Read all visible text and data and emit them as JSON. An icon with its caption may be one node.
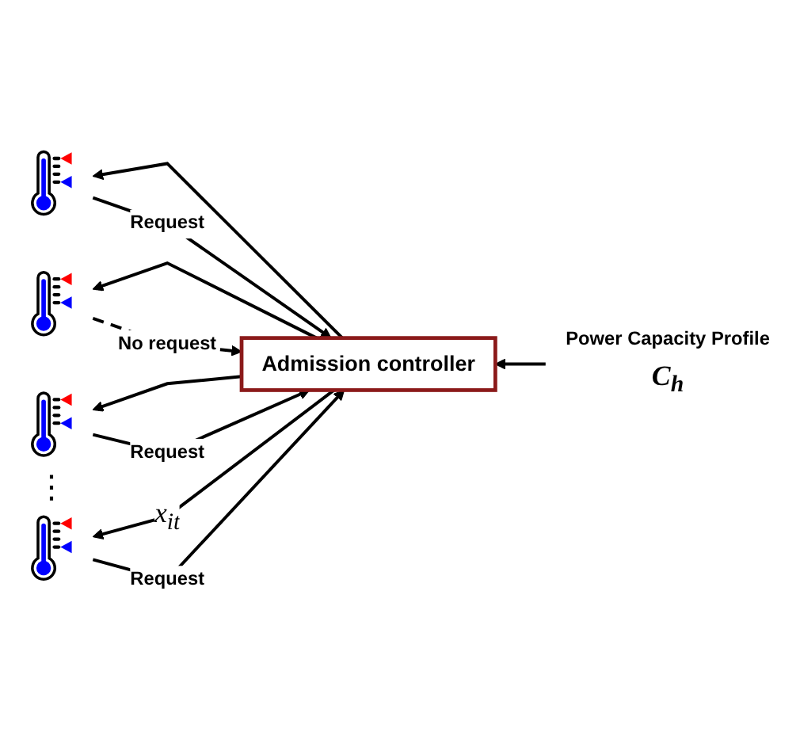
{
  "diagram": {
    "nodes": [
      {
        "text": [],
        "shape": "picture"
      },
      {
        "text": [],
        "shape": "picture"
      },
      {
        "text": [],
        "shape": "picture"
      },
      {
        "text": [],
        "shape": "picture"
      },
      {
        "text": [
          "Power Capacity Profile",
          "C$_{h}$"
        ]
      },
      {
        "text": [
          "Admission controller"
        ]
      }
    ],
    "edges": [
      {
        "from": 0,
        "to": 5,
        "arrow": "to",
        "label": "Request"
      },
      {
        "from": 1,
        "to": 5,
        "arrow": "to",
        "label": "No request",
        "style": "dashed"
      },
      {
        "from": 2,
        "to": 5,
        "arrow": "to",
        "label": "Request"
      },
      {
        "from": 3,
        "to": 5,
        "arrow": "to",
        "label": "Request"
      },
      {
        "from": 4,
        "to": 5,
        "arrow": "to"
      },
      {
        "from": 5,
        "to": 0,
        "arrow": "to"
      },
      {
        "from": 5,
        "to": 1,
        "arrow": "to"
      },
      {
        "from": 5,
        "to": 2,
        "arrow": "to"
      },
      {
        "from": 5,
        "to": 3,
        "arrow": "to",
        "label": "x$_{it}$"
      }
    ],
    "labels": [
      "⋮"
    ]
  }
}
